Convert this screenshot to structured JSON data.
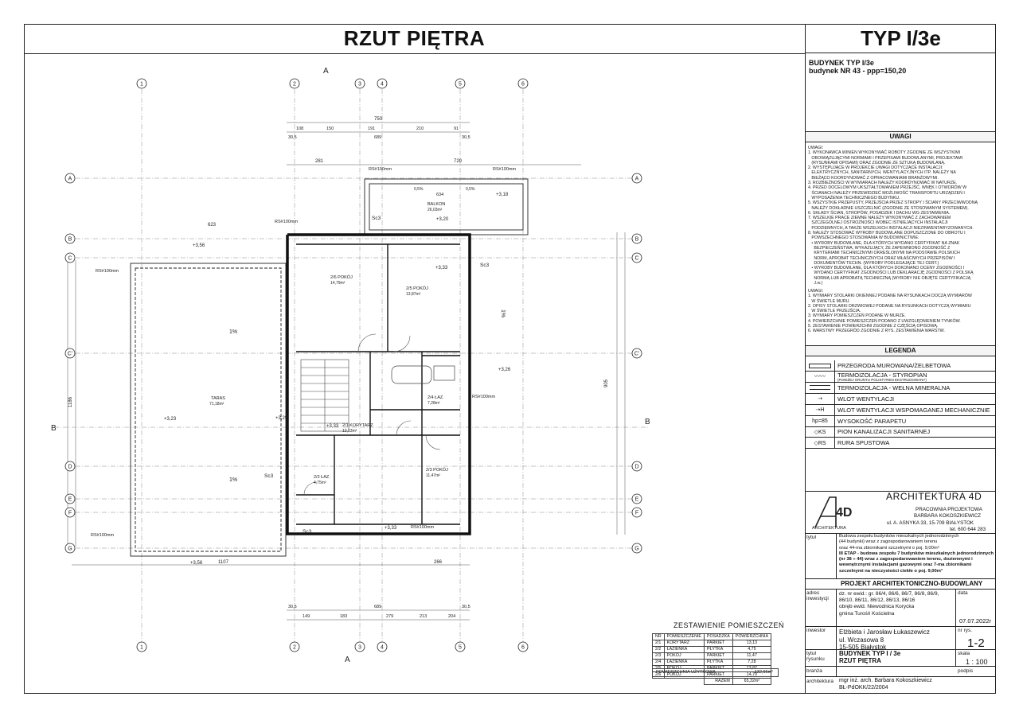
{
  "header": {
    "title": "RZUT PIĘTRA",
    "type_label": "TYP I/3e"
  },
  "building": {
    "line1": "BUDYNEK TYP I/3e",
    "line2": "budynek NR 43 - ppp=150,20"
  },
  "notes": {
    "title": "UWAGI",
    "block1": [
      "UWAGI:",
      "1. WYKONAWCA WINIEN WYKONYWAĆ ROBOTY ZGODNIE ZE WSZYSTKIMI",
      "   OBOWIĄZUJĄCYMI NORMAMI I PRZEPISAMI BUDOWLANYMI, PROJEKTAMI",
      "   (RYSUNKAMI OPISAMI) ORAZ ZGODNIE ZE SZTUKĄ BUDOWLANĄ.",
      "2. WYSTĘPUJĄCE W PROJEKCIE UWAGI DOTYCZĄCE INSTALACJI:",
      "   ELEKTRYCZNYCH, SANITARNYCH, WENTYLACYJNYCH ITP. NALEŻY NA",
      "   BIEŻĄCO KOORDYNOWAĆ Z OPRACOWANIAMI BRANŻOWYMI.",
      "3. ROZBIEŻNOŚCI W WYMIARACH NALEŻY KOORDYNOWAĆ W NATURZE.",
      "4. PRZED DOCELOWYM UKSZTAŁTOWANIEM PRZEJŚĆ, WNĘK I OTWORÓW W",
      "   ŚCIANACH NALEŻY PRZEWIDZIEĆ MOŻLIWOŚĆ TRANSPORTU URZĄDZEŃ I",
      "   WYPOSAŻENIA TECHNICZNEGO BUDYNKU.",
      "5. WSZYSTKIE PRZEPUSTY, PRZEJŚCIA PRZEZ STROPY I ŚCIANY PRZECIWWODNĄ",
      "   NALEŻY DOKŁADNIE USZCZELNIĆ (ZGODNIE ZE STOSOWANYM SYSTEMEM).",
      "6. SKŁADY ŚCIAN, STROPÓW, POSADZEK I DACHU WG ZESTAWIENIA.",
      "7. WSZELKIE PRACE ZIEMNE NALEŻY WYKONYWAĆ Z ZACHOWANIEM",
      "   SZCZEGÓLNEJ OSTROŻNOŚCI WOBEC ISTNIEJĄCYCH INSTALACJI",
      "   PODZIEMNYCH, A TAKŻE WSZELKICH INSTALACJI NIEZINWENTARYZOWANYCH.",
      "8. NALEŻY STOSOWAĆ WYROBY BUDOWLANE DOPUSZCZONE DO OBROTU I",
      "   POWSZECHNEGO STOSOWANIA W BUDOWNICTWIE:",
      "   • WYROBY BUDOWLANE, DLA KTÓRYCH WYDANO CERTYFIKAT NA ZNAK",
      "     BEZPIECZEŃSTWA, WYKAZUJĄCY, ŻE ZAPEWNIONO ZGODNOŚĆ Z",
      "     KRYTERIAMI TECHNICZNYMI OKREŚLONYMI NA PODSTAWIE POLSKICH",
      "     NORM, APROBAT TECHNICZNYCH ORAZ WŁAŚCIWYCH PRZEPISÓW I",
      "     DOKUMENTÓW TECHN. (WYROBY PODLEGAJĄCE TEJ CERT.)",
      "   • WYROBY BUDOWLANE, DLA KTÓRYCH DOKONANO OCENY ZGODNOŚCI I",
      "     WYDANO CERTYFIKAT ZGODNOŚCI LUB DEKLARACJĘ ZGODNOŚCI Z POLSKĄ",
      "     NORMĄ LUB APROBATĄ TECHNICZNĄ (WYROBY NIE OBJĘTE CERTYFIKACJĄ",
      "     J.w.)"
    ],
    "block2": [
      "UWAGI:",
      "1. WYMIARY STOLARKI OKIENNEJ PODANE NA RYSUNKACH DOCZĄ WYMIARÓW",
      "   W ŚWIETLE MURU.",
      "2. OPISY STOLARKI DRZWIOWEJ PODANE NA RYSUNKACH DOTYCZĄ WYMIARU",
      "   W ŚWIETLE PRZEJŚCIA.",
      "3. WYMIARY POMIESZCZEŃ PODANE W MURZE.",
      "4. POWIERZCHNIE POMIESZCZEŃ PODANO Z UWZGLĘDNIENIEM TYNKÓW.",
      "5. ZESTAWIENIE POWIERZCHNI ZGODNIE Z CZĘŚCIĄ OPISOWĄ.",
      "6. WARSTWY PRZEGRÓD ZGODNIE Z RYS. ZESTAWIENIA WARSTW."
    ]
  },
  "legend": {
    "title": "LEGENDA",
    "items": [
      {
        "symbol": "",
        "label": "PRZEGRODA MUROWANA/ŻELBETOWA"
      },
      {
        "symbol": "〰〰",
        "label": "TERMOIZOLACJA - STYROPIAN",
        "sub": "(PONIŻEJ GRUNTU POLISTYREN EKSTRUDOWANY)"
      },
      {
        "symbol": "",
        "label": "TERMOIZOLACJA - WEŁNA MINERALNA"
      },
      {
        "symbol": "⇢",
        "label": "WLOT WENTYLACJI"
      },
      {
        "symbol": "⇢H",
        "label": "WLOT WENTYLACJI WSPOMAGANEJ MECHANICZNIE"
      },
      {
        "symbol": "hp=85",
        "label": "WYSOKOŚĆ PARAPETU"
      },
      {
        "symbol": "◇KS",
        "label": "PION KANALIZACJI SANITARNEJ"
      },
      {
        "symbol": "◇RS",
        "label": "RURA SPUSTOWA"
      }
    ]
  },
  "office": {
    "logo_mark": "A4D",
    "logo_sub": "ARCHITEKTURA",
    "name": "ARCHITEKTURA 4D",
    "line1": "PRACOWNIA PROJEKTOWA",
    "line2": "BARBARA KOKOSZKIEWICZ",
    "line3": "ul. A. ASNYKA 33, 15-709 BIAŁYSTOK",
    "line4": "tel. 600 644 283"
  },
  "title_block": {
    "tytul_label": "tytuł",
    "tytul_lines": [
      "Budowa zespołu budynków mieszkalnych jednorodzinnych",
      "(44 budynki) wraz z zagospodarowaniem terenu",
      "oraz 44-ma zbiornikami szczelnymi o poj. 9,00m³",
      "III ETAP - budowa zespołu 7 budynków mieszkalnych jednorodzinnych",
      "(nr 38 ÷ 44) wraz z zagospodarowaniem terenu, doziemnymi i",
      "wewnętrznymi instalacjami gazowymi oraz 7-ma zbiornikami",
      "szczelnymi na nieczystości ciekłe o poj. 9,00m³"
    ],
    "project_type": "PROJEKT ARCHITEKTONICZNO-BUDOWLANY",
    "adres_label": "adres inwestycji",
    "adres_lines": [
      "dz. nr ewid.: gr. 86/4, 86/6, 86/7, 86/8, 86/9,",
      "86/10, 86/11, 86/12, 86/13, 86/16",
      "obręb ewid. Niewodnica Korycka",
      "gmina Turośń Kościelna"
    ],
    "data_label": "data",
    "data_value": "07.07.2022r",
    "inwestor_label": "inwestor",
    "inwestor_lines": [
      "Elżbieta i Jarosław Łukaszewicz",
      "ul. Wczasowa 8",
      "15-505 Białystok"
    ],
    "nr_rys_label": "nr rys.",
    "nr_rys_value": "1-2",
    "tytul_rys_label": "tytuł rysunku",
    "tytul_rys_lines": [
      "BUDYNEK TYP I / 3e",
      "RZUT PIĘTRA"
    ],
    "skala_label": "skala",
    "skala_value": "1 : 100",
    "branza_label": "branża",
    "podpis_label": "podpis",
    "architektura_label": "architektura",
    "architekt_lines": [
      "mgr inż. arch. Barbara Kokoszkiewicz",
      "BŁ-PdOKK/22/2004"
    ]
  },
  "rooms_table": {
    "title": "ZESTAWIENIE POMIESZCZEŃ",
    "headers": [
      "NR",
      "POMIESZCZENIE",
      "POSADZKA",
      "POWIERZCHNIA"
    ],
    "rows": [
      [
        "2/1",
        "KORYTARZ",
        "PARKIET",
        "13,13"
      ],
      [
        "2/2",
        "ŁAZIENKA",
        "PŁYTKA",
        "4,75"
      ],
      [
        "2/3",
        "POKÓJ",
        "PARKIET",
        "11,47"
      ],
      [
        "2/4",
        "ŁAZIENKA",
        "PŁYTKA",
        "7,28"
      ],
      [
        "2/5",
        "POKÓJ",
        "PARKIET",
        "13,87"
      ],
      [
        "2/6",
        "POKÓJ",
        "PARKIET",
        "14,79"
      ]
    ],
    "sum_label": "RAZEM",
    "sum_value": "65,32m²",
    "usable_label": "POWIERZCHNIA UŻYTKOWA",
    "usable_value": "132,66m²"
  },
  "plan": {
    "axes_cols": [
      "1",
      "2",
      "3",
      "4",
      "5",
      "6"
    ],
    "axes_rows": [
      "A",
      "B",
      "C",
      "C'",
      "D",
      "E",
      "F",
      "G"
    ],
    "section_mark": "A",
    "section_mark_side": "B",
    "dims_top_total": "750",
    "dims_top": [
      "108",
      "150",
      "191",
      "210",
      "91"
    ],
    "dims_top2": [
      "30,5",
      "689",
      "30,5"
    ],
    "dims_mid": [
      "281",
      "720"
    ],
    "dims_left": [
      "623"
    ],
    "dims_bottom": [
      "1107",
      "266"
    ],
    "dims_bottom2": [
      "30,5",
      "689",
      "30,5"
    ],
    "dims_bottom3": [
      "149",
      "183",
      "279",
      "213",
      "204"
    ],
    "dims_right_total": "905",
    "dims_left_total": "1186",
    "rooms": [
      {
        "nr": "2/6",
        "name": "POKÓJ",
        "area": "14,79m²"
      },
      {
        "nr": "2/5",
        "name": "POKÓJ",
        "area": "13,87m²"
      },
      {
        "nr": "2/4",
        "name": "ŁAZ.",
        "area": "7,28m²"
      },
      {
        "nr": "2/1",
        "name": "KORYTARZ",
        "area": "13,13m²"
      },
      {
        "nr": "2/2",
        "name": "ŁAZ.",
        "area": "4,75m²"
      },
      {
        "nr": "2/3",
        "name": "POKÓJ",
        "area": "11,47m²"
      }
    ],
    "balkon": {
      "name": "BALKON",
      "area": "26,03m²",
      "width": "634"
    },
    "taras": {
      "name": "TARAS",
      "area": "71,18m²"
    },
    "levels": [
      "+3,56",
      "+3,18",
      "+3,20",
      "+3,33",
      "+3,26",
      "+3,29",
      "+3,23",
      "+3,33",
      "+3,33",
      "+3,56"
    ],
    "slope": "1%",
    "slope_big": "0,5%",
    "rs_label": "RS#100mm",
    "sc_label": "Sc3"
  }
}
